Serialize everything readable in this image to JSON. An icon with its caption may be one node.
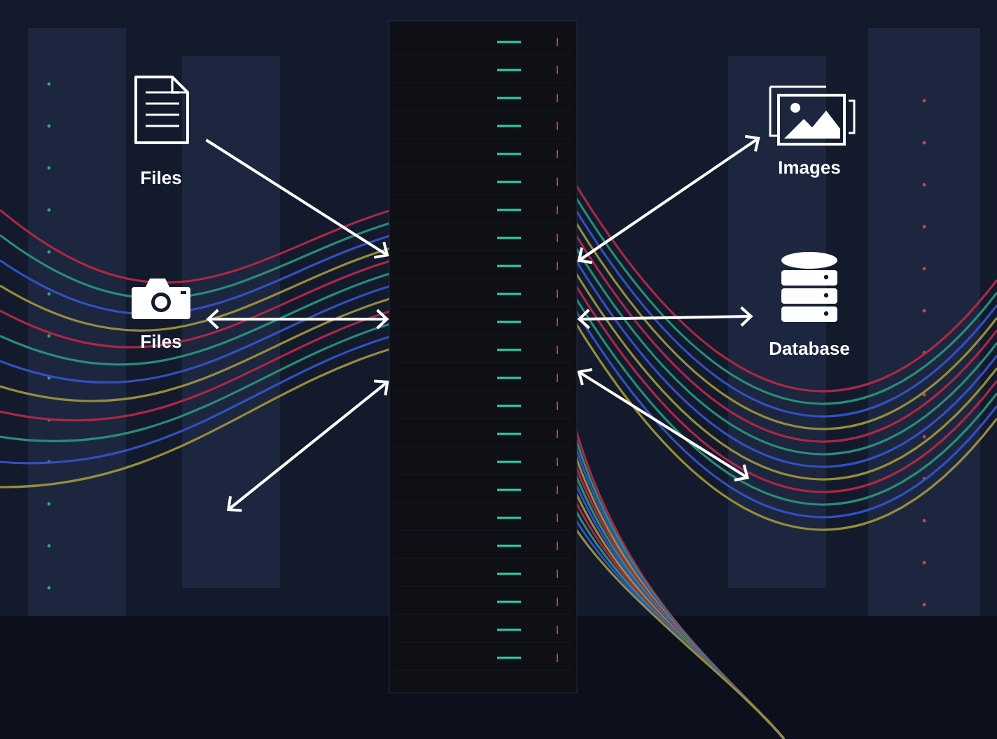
{
  "diagram": {
    "nodes": [
      {
        "text": [],
        "shape": "picture"
      },
      {
        "text": [
          "Files"
        ]
      },
      {
        "text": [
          "Files"
        ]
      },
      {
        "text": [
          "Images"
        ]
      },
      {
        "text": [
          "Database"
        ]
      }
    ],
    "edges": [
      {
        "from": 1,
        "to": 0,
        "arrow": "to"
      },
      {
        "from": 2,
        "to": 0,
        "arrow": "both"
      },
      {
        "from": null,
        "to": 0,
        "arrow": "both"
      },
      {
        "from": 0,
        "to": 3,
        "arrow": "both"
      },
      {
        "from": 4,
        "to": 0,
        "arrow": "both"
      },
      {
        "from": 0,
        "to": null,
        "arrow": "both"
      }
    ]
  }
}
